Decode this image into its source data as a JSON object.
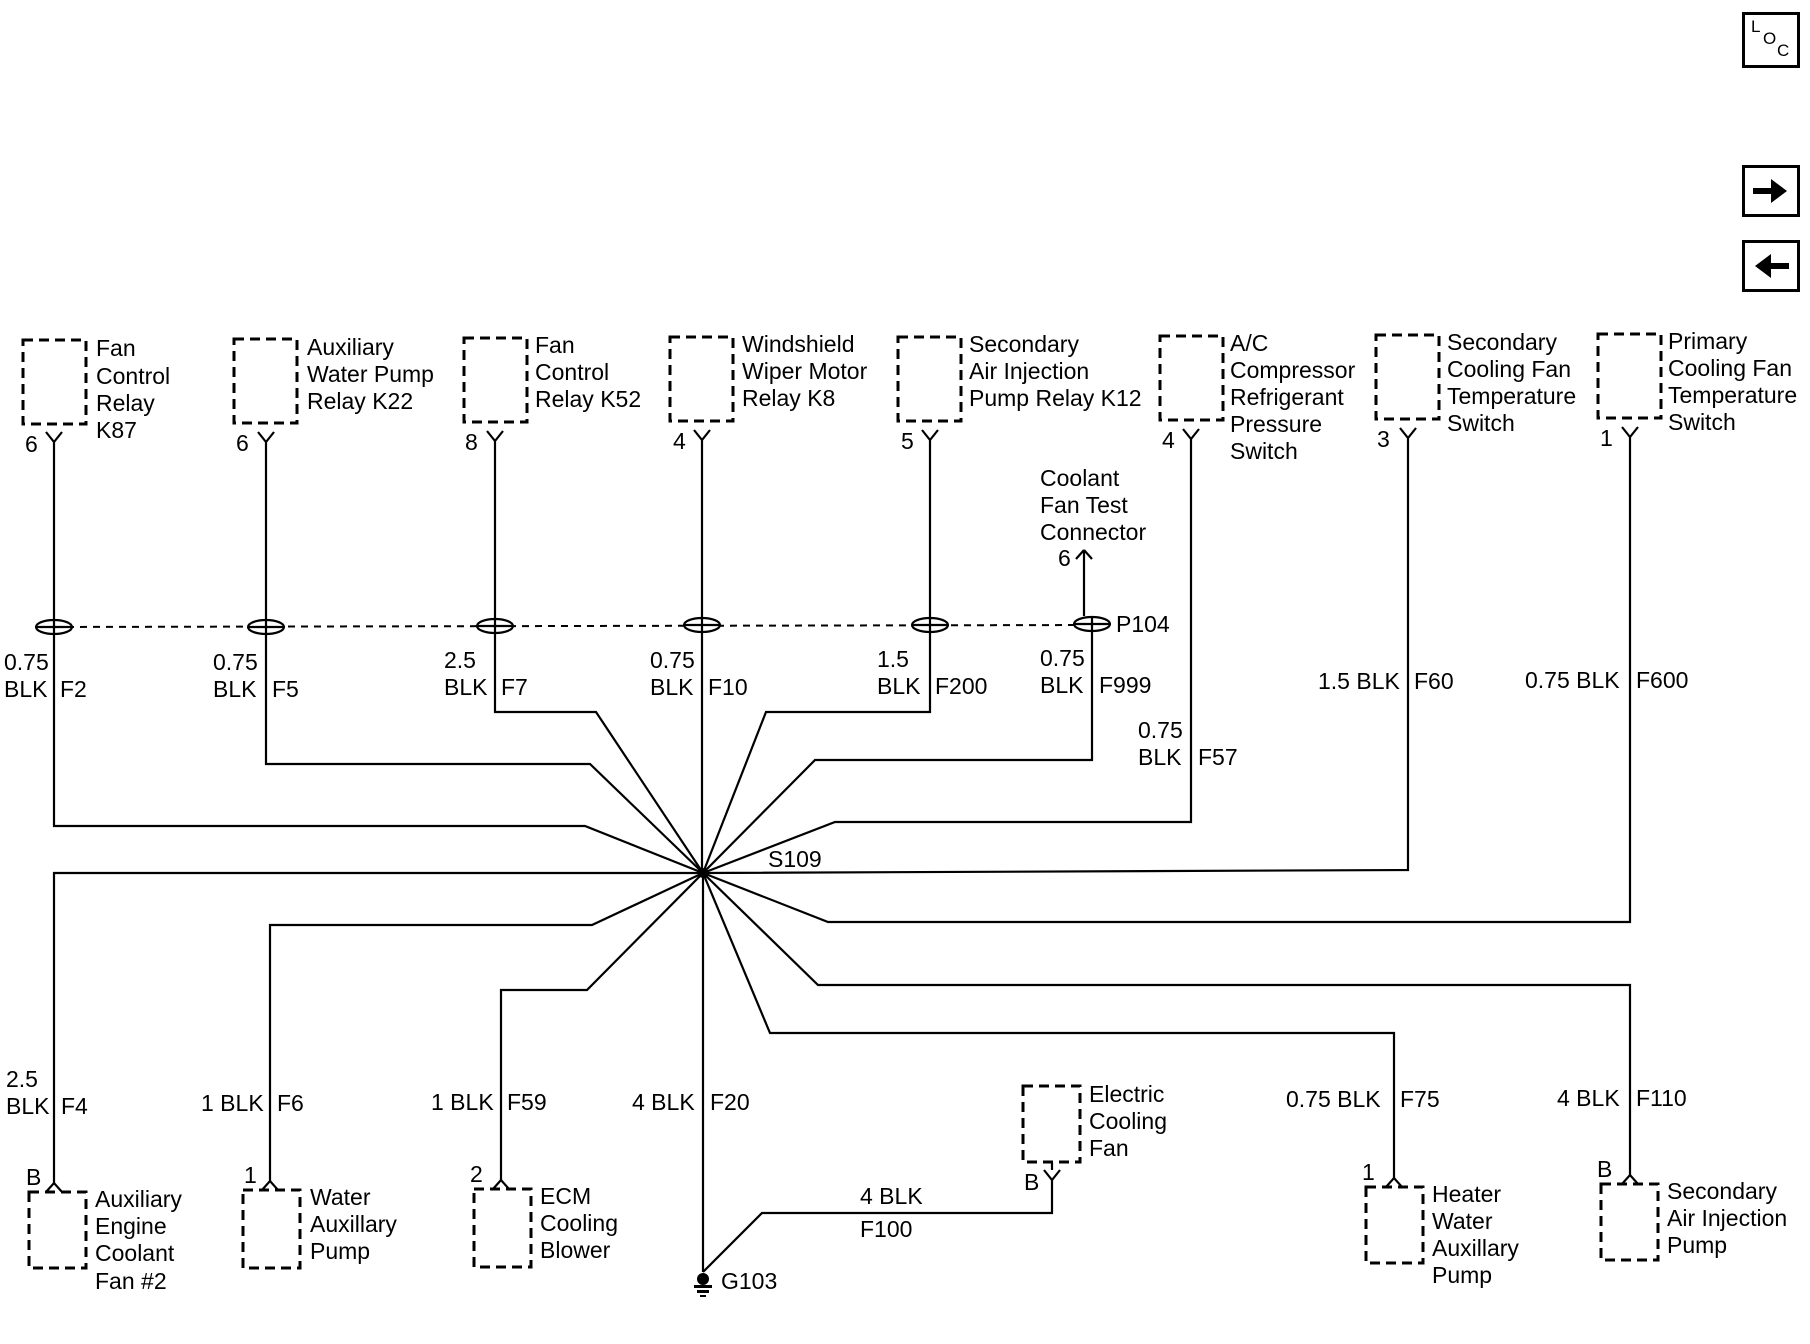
{
  "nav": {
    "loc": [
      "L",
      "O",
      "C"
    ],
    "next_icon": "arrow-right-icon",
    "prev_icon": "arrow-left-icon"
  },
  "connector": {
    "name": "P104",
    "coolant_test": [
      "Coolant",
      "Fan Test",
      "Connector"
    ],
    "coolant_pin": "6"
  },
  "splice": "S109",
  "ground": "G103",
  "top_components": [
    {
      "lines": [
        "Fan",
        "Control",
        "Relay",
        "K87"
      ],
      "pin": "6",
      "size": "0.75",
      "color": "BLK",
      "circuit": "F2"
    },
    {
      "lines": [
        "Auxiliary",
        "Water Pump",
        "Relay K22"
      ],
      "pin": "6",
      "size": "0.75",
      "color": "BLK",
      "circuit": "F5"
    },
    {
      "lines": [
        "Fan",
        "Control",
        "Relay K52"
      ],
      "pin": "8",
      "size": "2.5",
      "color": "BLK",
      "circuit": "F7"
    },
    {
      "lines": [
        "Windshield",
        "Wiper Motor",
        "Relay K8"
      ],
      "pin": "4",
      "size": "0.75",
      "color": "BLK",
      "circuit": "F10"
    },
    {
      "lines": [
        "Secondary",
        "Air Injection",
        "Pump Relay K12"
      ],
      "pin": "5",
      "size": "1.5",
      "color": "BLK",
      "circuit": "F200"
    },
    {
      "lines": [
        "A/C",
        "Compressor",
        "Refrigerant",
        "Pressure",
        "Switch"
      ],
      "pin": "4",
      "size": "0.75",
      "color": "BLK",
      "circuit": "F57"
    },
    {
      "lines": [
        "Secondary",
        "Cooling Fan",
        "Temperature",
        "Switch"
      ],
      "pin": "3",
      "label": "1.5 BLK",
      "circuit": "F60"
    },
    {
      "lines": [
        "Primary",
        "Cooling Fan",
        "Temperature",
        "Switch"
      ],
      "pin": "1",
      "label": "0.75 BLK",
      "circuit": "F600"
    }
  ],
  "f999": {
    "size": "0.75",
    "color": "BLK",
    "circuit": "F999"
  },
  "bottom_components": [
    {
      "lines": [
        "Auxiliary",
        "Engine",
        "Coolant",
        "Fan #2"
      ],
      "pin": "B",
      "size": "2.5",
      "color": "BLK",
      "circuit": "F4"
    },
    {
      "lines": [
        "Water",
        "Auxillary",
        "Pump"
      ],
      "pin": "1",
      "label": "1 BLK",
      "circuit": "F6"
    },
    {
      "lines": [
        "ECM",
        "Cooling",
        "Blower"
      ],
      "pin": "2",
      "label": "1 BLK",
      "circuit": "F59"
    },
    {
      "lines": [
        "Electric",
        "Cooling",
        "Fan"
      ],
      "pin": "B",
      "label": "4 BLK",
      "circuit": "F100"
    },
    {
      "lines": [
        "Heater",
        "Water",
        "Auxillary",
        "Pump"
      ],
      "pin": "1",
      "label": "0.75 BLK",
      "circuit": "F75"
    },
    {
      "lines": [
        "Secondary",
        "Air Injection",
        "Pump"
      ],
      "pin": "B",
      "label": "4 BLK",
      "circuit": "F110"
    }
  ],
  "ground_wire": {
    "label": "4 BLK",
    "circuit": "F20"
  }
}
